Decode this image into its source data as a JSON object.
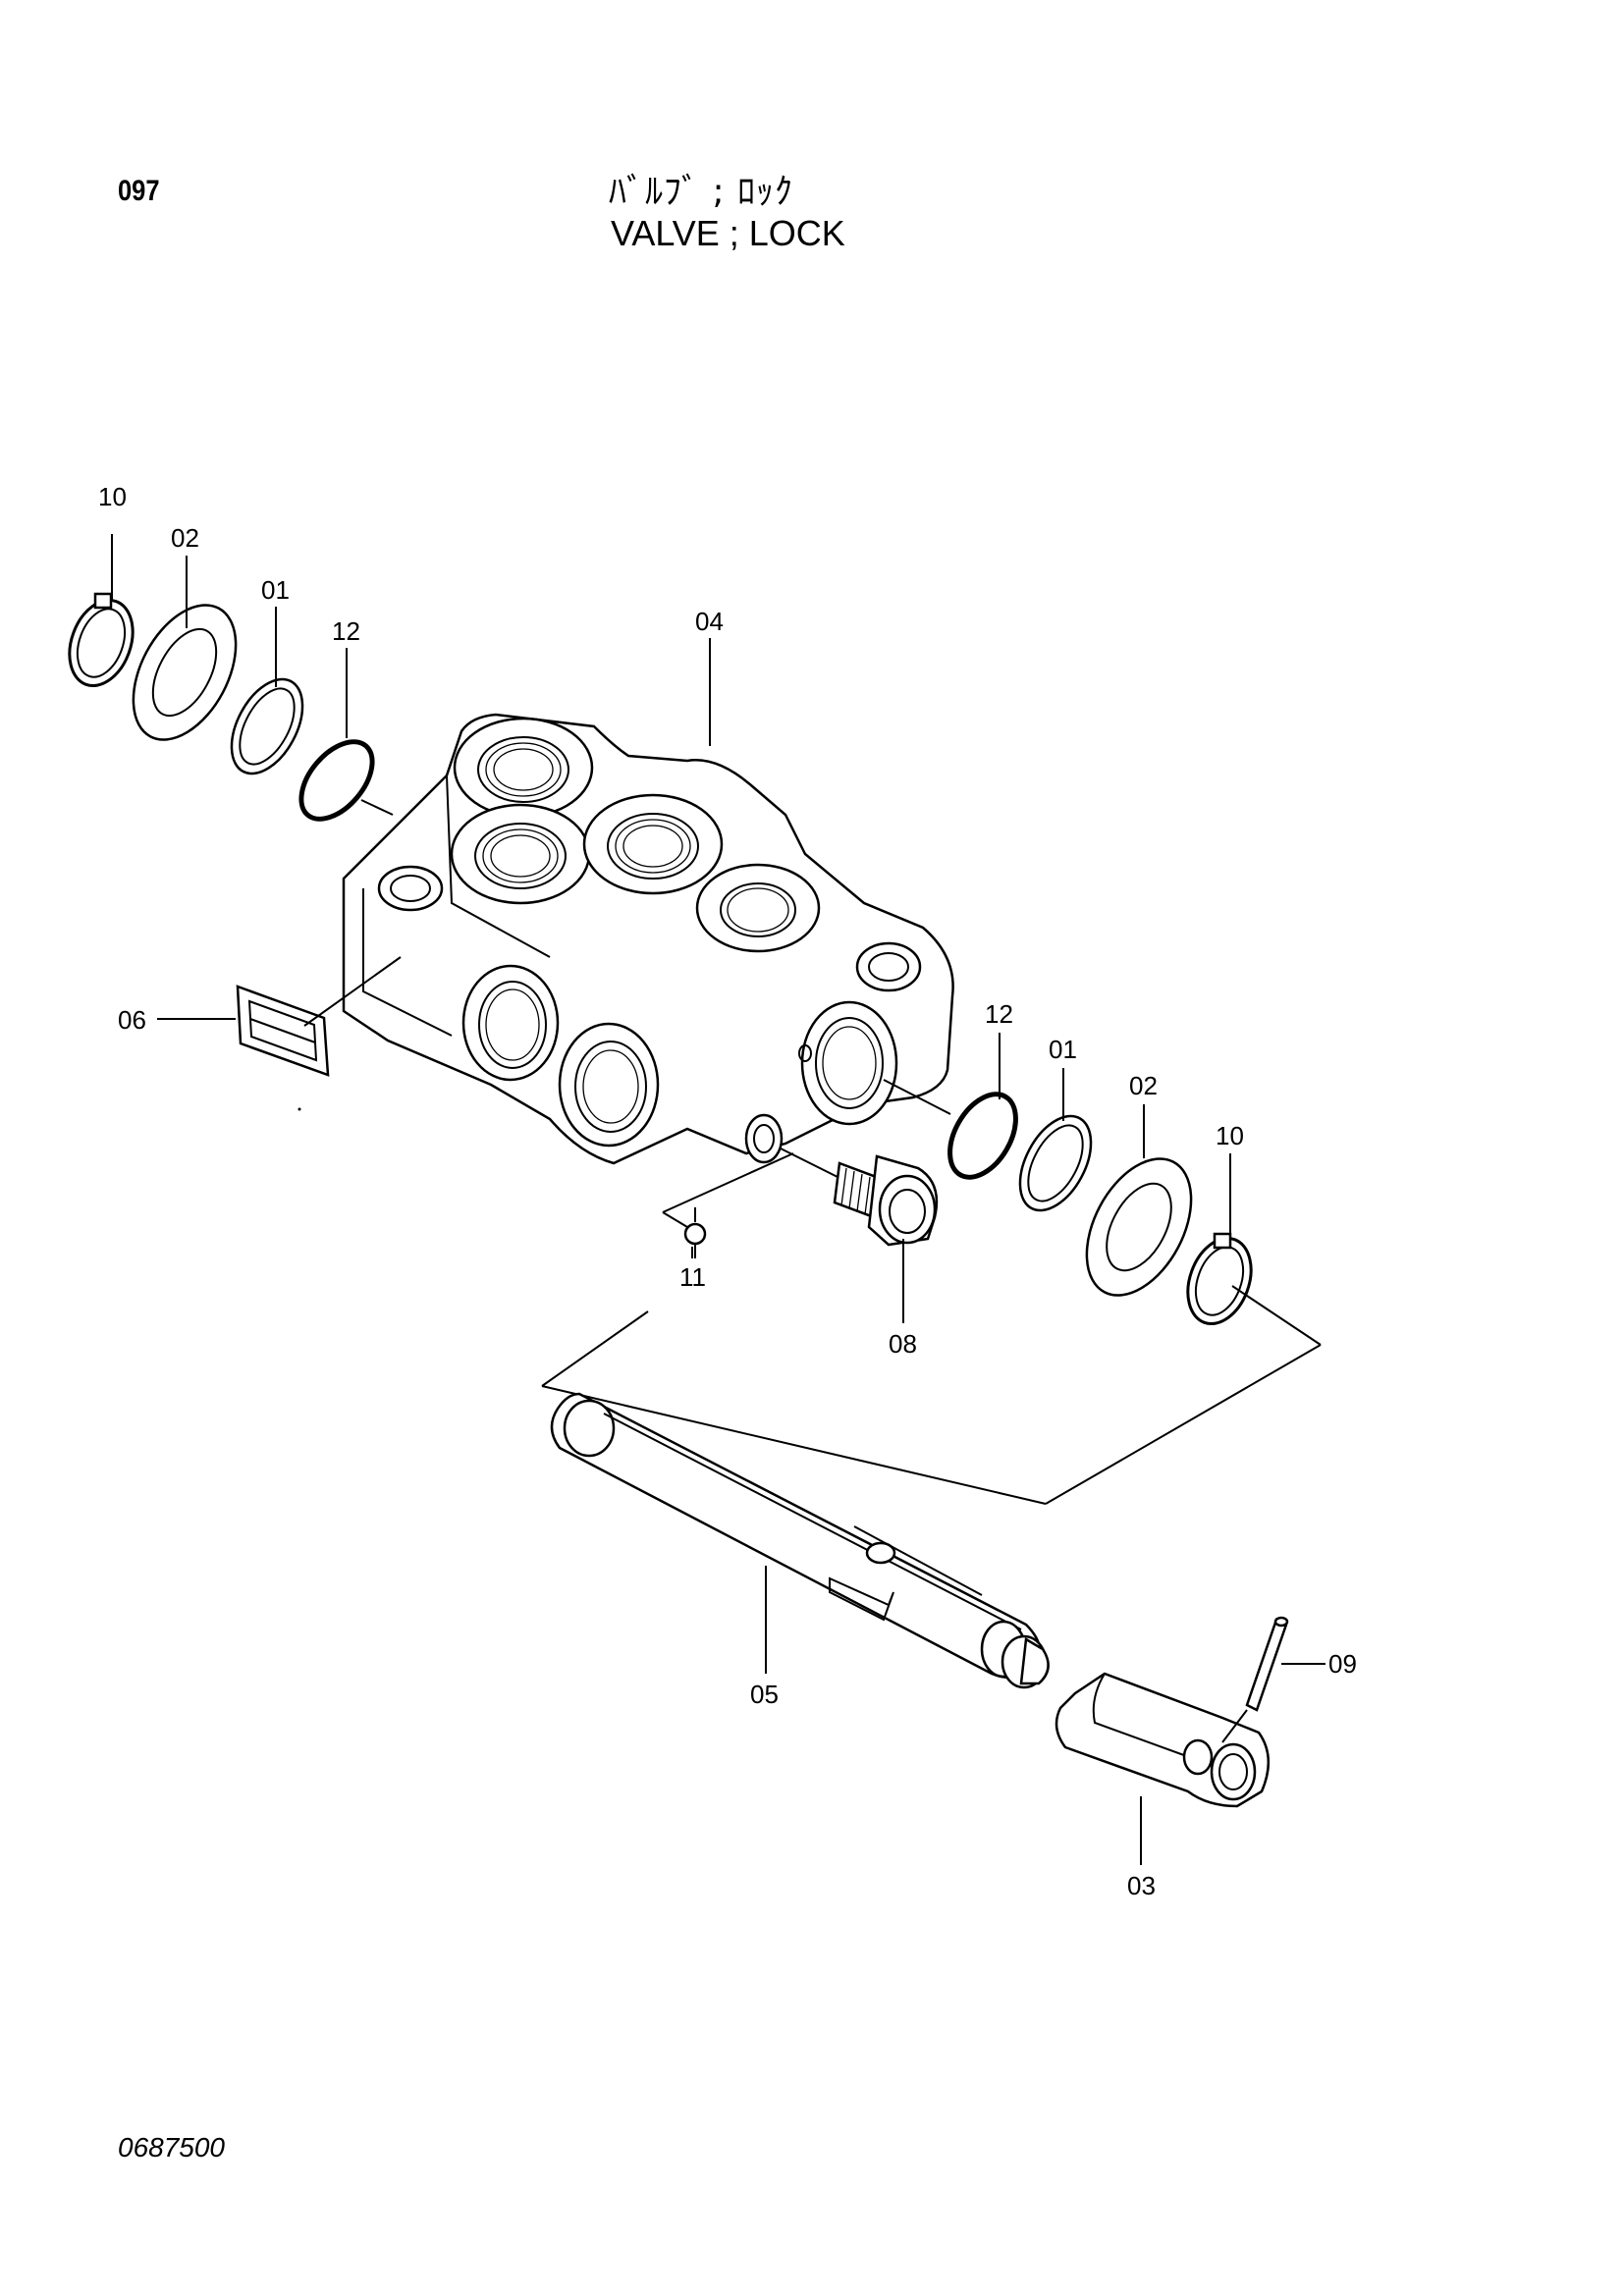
{
  "header": {
    "page_number": "097",
    "title_jp": "ﾊﾞﾙﾌﾞ ; ﾛｯｸ",
    "title_en": "VALVE ; LOCK"
  },
  "footer": {
    "drawing_code": "0687500"
  },
  "callouts": {
    "c10_top": "10",
    "c02_top": "02",
    "c01_top": "01",
    "c12_top": "12",
    "c04": "04",
    "c06": "06",
    "c11": "11",
    "c08": "08",
    "c12_right": "12",
    "c01_right": "01",
    "c02_right": "02",
    "c10_right": "10",
    "c05": "05",
    "c09": "09",
    "c03": "03"
  },
  "parts": [
    {
      "no": "01",
      "name": "ring"
    },
    {
      "no": "02",
      "name": "washer"
    },
    {
      "no": "03",
      "name": "lever"
    },
    {
      "no": "04",
      "name": "valve-body"
    },
    {
      "no": "05",
      "name": "spool-shaft"
    },
    {
      "no": "06",
      "name": "name-plate"
    },
    {
      "no": "08",
      "name": "socket-plug"
    },
    {
      "no": "09",
      "name": "pin"
    },
    {
      "no": "10",
      "name": "snap-ring"
    },
    {
      "no": "11",
      "name": "steel-ball"
    },
    {
      "no": "12",
      "name": "o-ring"
    }
  ]
}
